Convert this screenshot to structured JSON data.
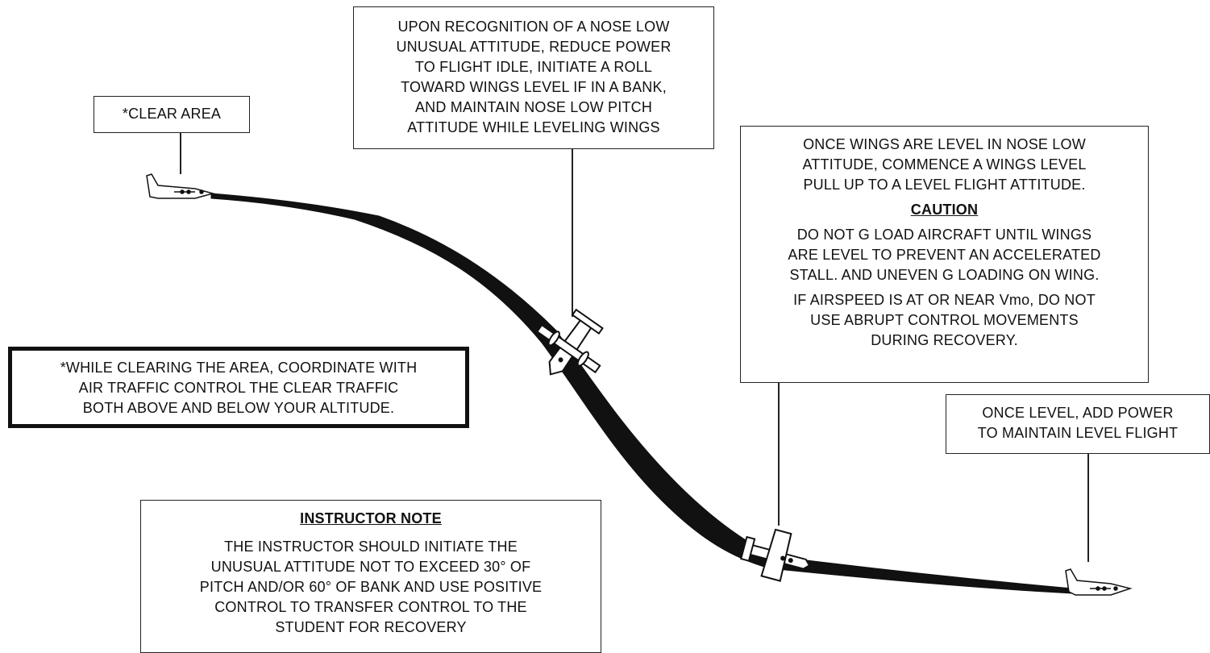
{
  "callouts": {
    "clear_area": [
      "*CLEAR AREA"
    ],
    "nose_low": [
      "UPON RECOGNITION  OF A NOSE LOW",
      "UNUSUAL ATTITUDE,  REDUCE  POWER",
      "TO FLIGHT IDLE,  INITIATE  A ROLL",
      "TOWARD WINGS LEVEL IF IN A BANK,",
      "AND MAINTAIN  NOSE  LOW PITCH",
      "ATTITUDE  WHILE LEVELING WINGS"
    ],
    "wings_level": {
      "intro": [
        "ONCE  WINGS ARE LEVEL IN NOSE LOW",
        "ATTITUDE,  COMMENCE  A WINGS LEVEL",
        "PULL UP TO A LEVEL FLIGHT  ATTITUDE."
      ],
      "caution_heading": "CAUTION",
      "caution_1": [
        "DO NOT G LOAD AIRCRAFT UNTIL  WINGS",
        "ARE LEVEL TO PREVENT   AN ACCELERATED",
        "STALL. AND UNEVEN  G LOADING ON WING."
      ],
      "caution_2": [
        "IF AIRSPEED  IS AT OR NEAR  Vmo, DO NOT",
        "USE ABRUPT CONTROL MOVEMENTS",
        "DURING  RECOVERY."
      ]
    },
    "while_clearing": [
      "*WHILE  CLEARING  THE AREA, COORDINATE  WITH",
      "AIR TRAFFIC  CONTROL  THE CLEAR TRAFFIC",
      "BOTH ABOVE AND BELOW YOUR ALTITUDE."
    ],
    "once_level": [
      "ONCE  LEVEL, ADD POWER",
      "TO MAINTAIN  LEVEL FLIGHT"
    ],
    "instructor": {
      "heading": "INSTRUCTOR NOTE",
      "body": [
        "THE INSTRUCTOR  SHOULD INITIATE  THE",
        "UNUSUAL ATTITUDE  NOT TO EXCEED  30° OF",
        "PITCH  AND/OR 60° OF BANK AND USE POSITIVE",
        "CONTROL TO TRANSFER CONTROL  TO THE",
        "STUDENT  FOR RECOVERY"
      ]
    }
  },
  "colors": {
    "path": "#111111",
    "line": "#222222",
    "aircraft": "#ffffff"
  },
  "icons": [
    "aircraft-level-icon",
    "aircraft-banked-icon",
    "aircraft-pullup-icon",
    "aircraft-level-icon"
  ]
}
